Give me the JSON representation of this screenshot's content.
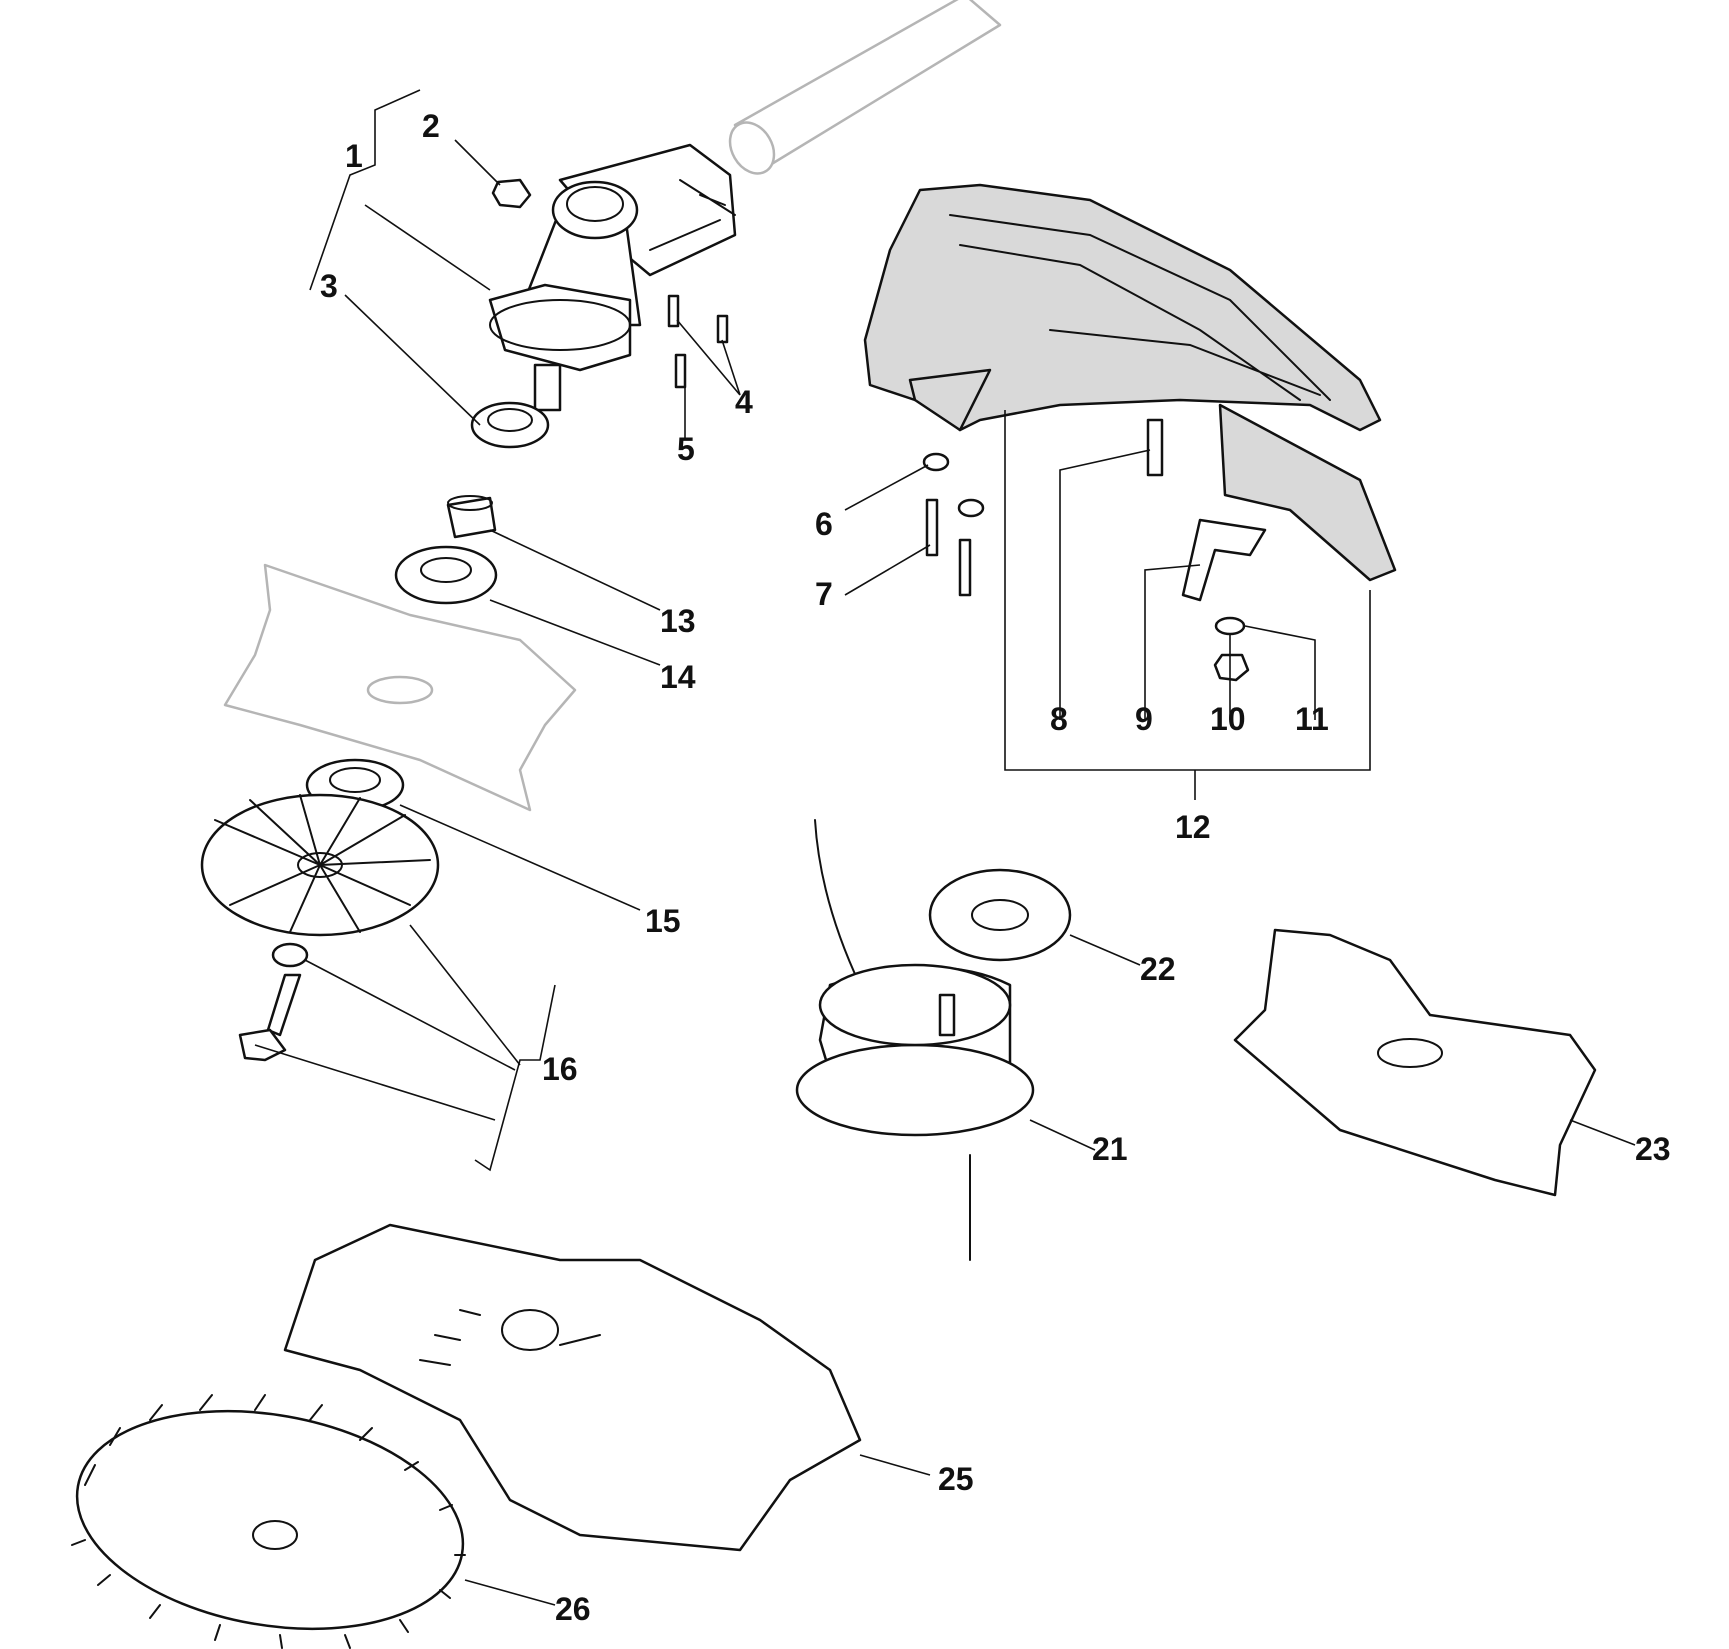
{
  "diagram": {
    "callouts": {
      "c1": "1",
      "c2": "2",
      "c3": "3",
      "c4": "4",
      "c5": "5",
      "c6": "6",
      "c7": "7",
      "c8": "8",
      "c9": "9",
      "c10": "10",
      "c11": "11",
      "c12": "12",
      "c13": "13",
      "c14": "14",
      "c15": "15",
      "c16": "16",
      "c21": "21",
      "c22": "22",
      "c23": "23",
      "c25": "25",
      "c26": "26"
    },
    "colors": {
      "line": "#111111",
      "ghost": "#b5b5b5",
      "guard_fill": "#d9d9d9"
    }
  }
}
